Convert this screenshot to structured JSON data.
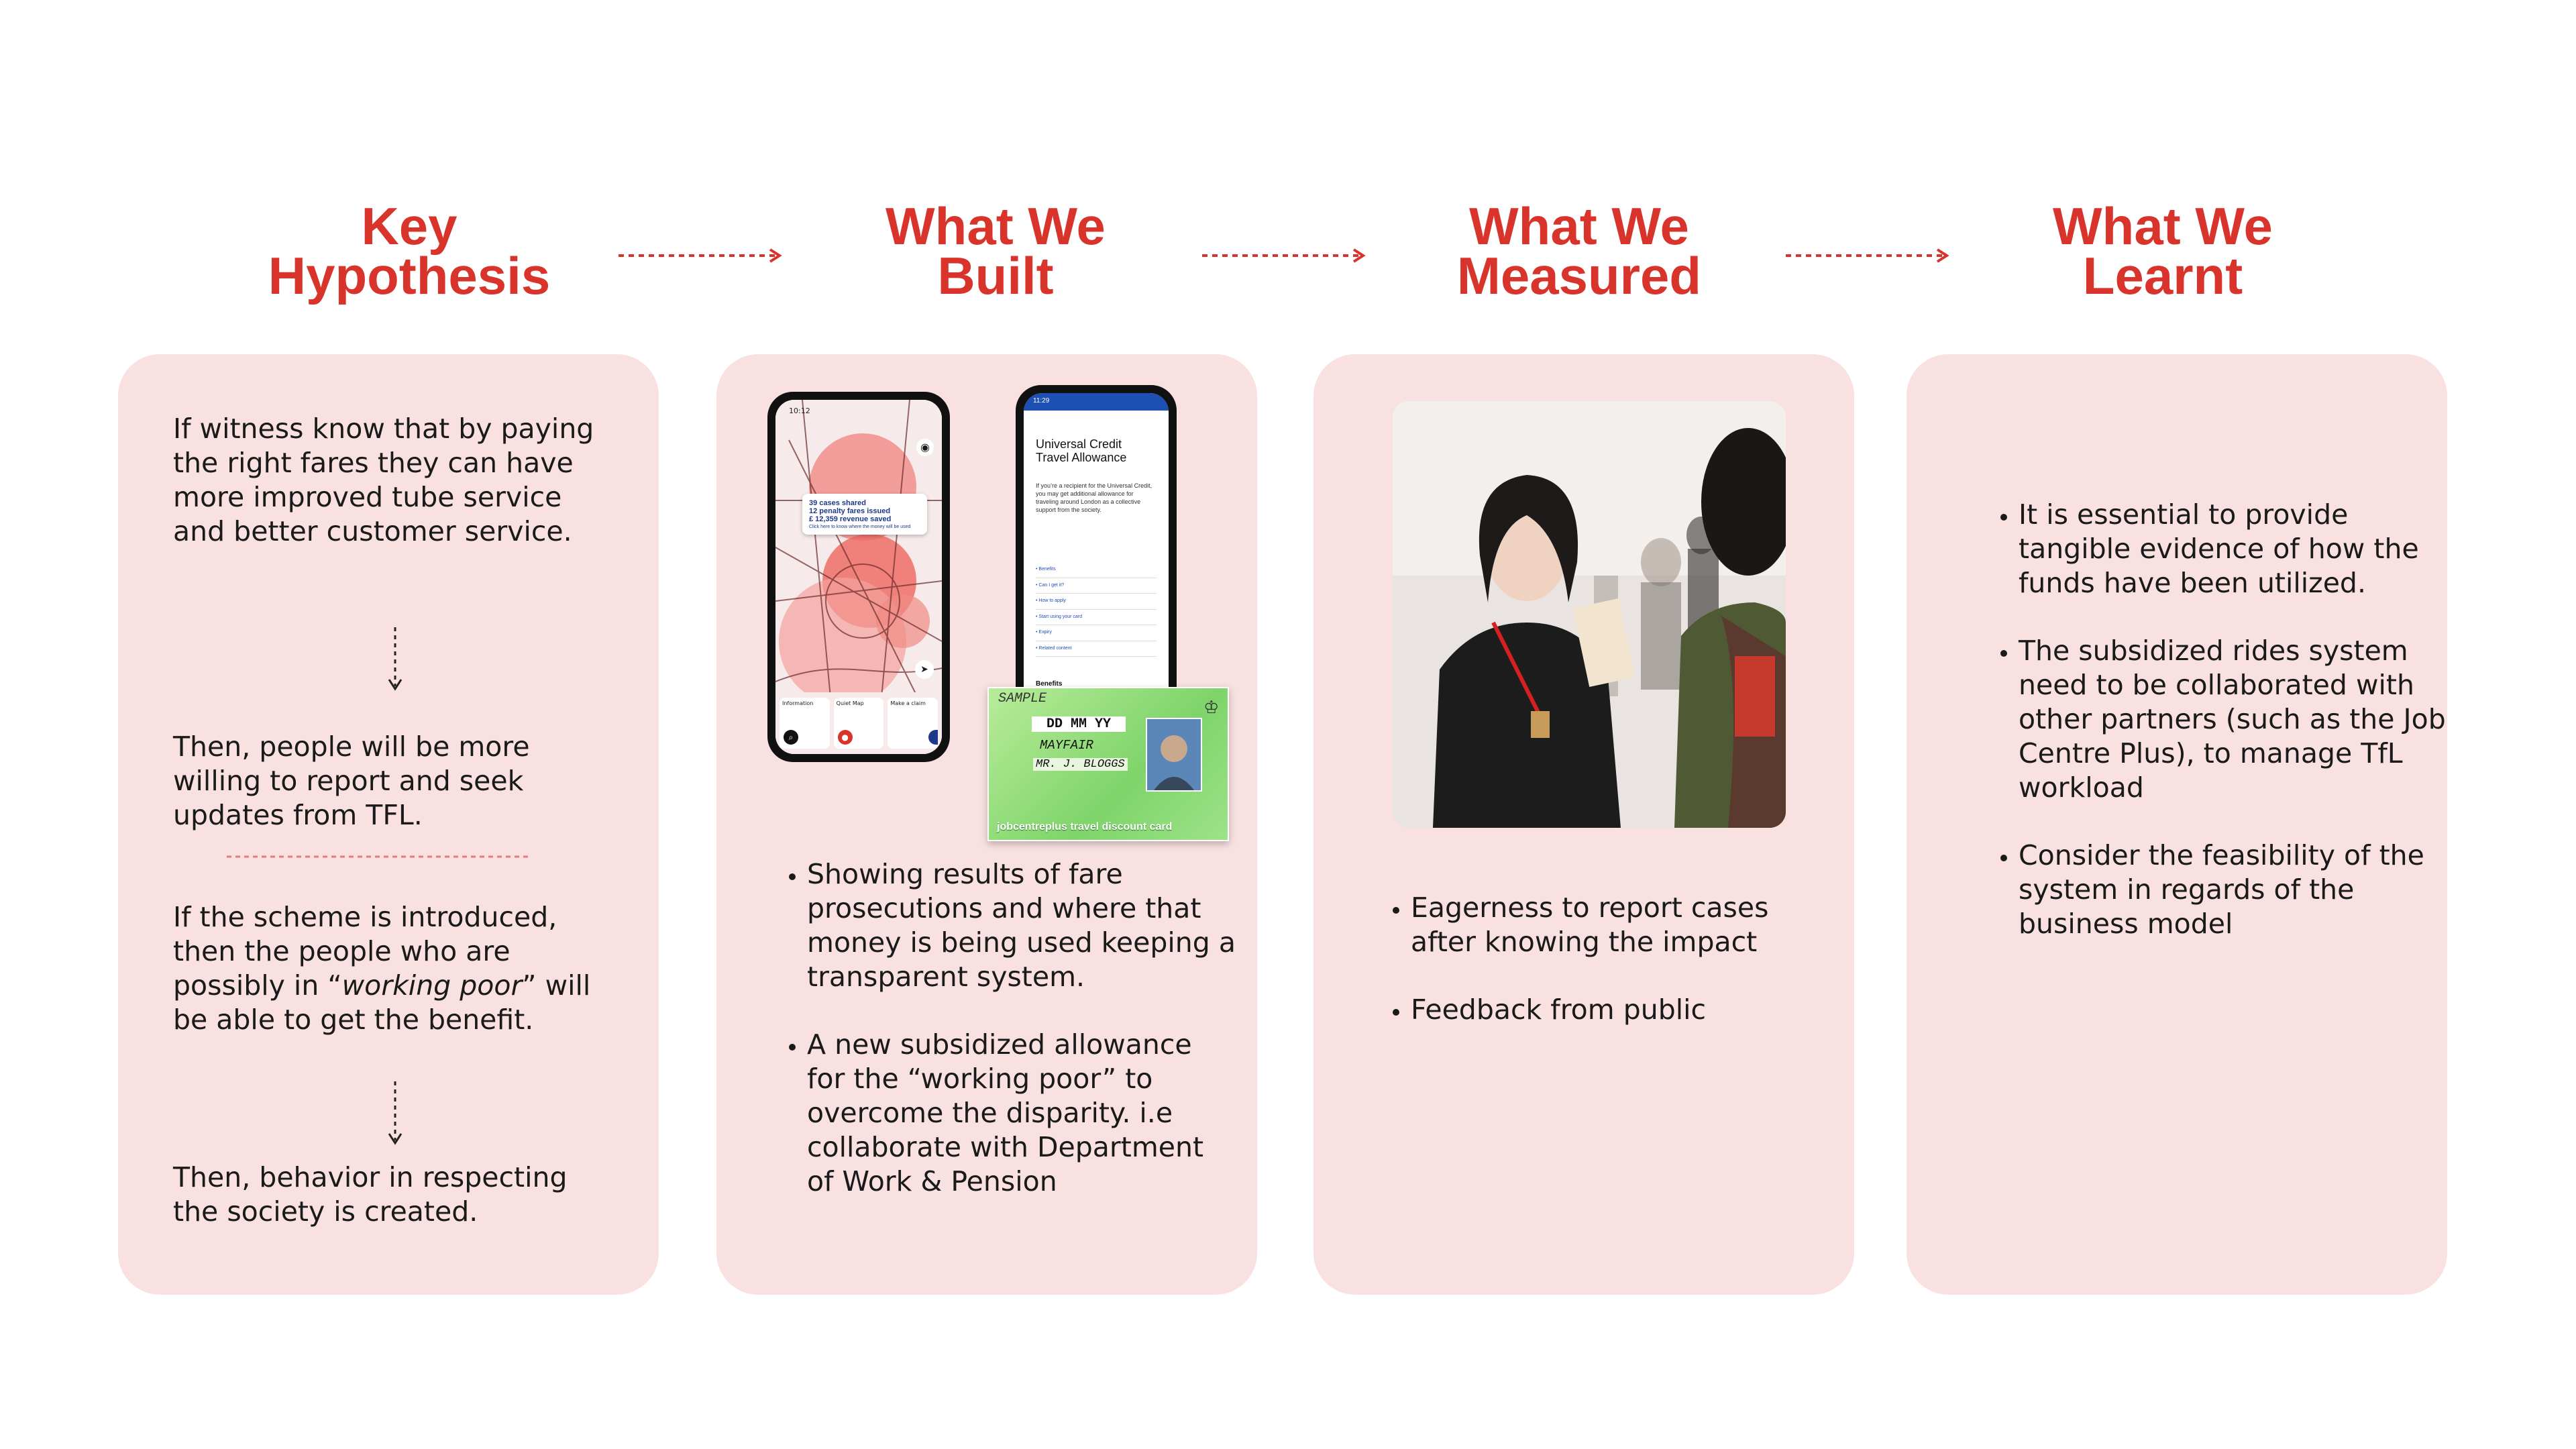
{
  "headers": [
    {
      "title": "Key\nHypothesis"
    },
    {
      "title": "What We\nBuilt"
    },
    {
      "title": "What We\nMeasured"
    },
    {
      "title": "What We\nLearnt"
    }
  ],
  "hypothesis": {
    "p1": "If witness know that by paying the right fares they can have more improved tube service and better customer service.",
    "p2": "Then, people will be more willing to report and seek updates from TFL.",
    "p3_before": "If the scheme is introduced, then the people who are possibly in “",
    "p3_emph": "working poor",
    "p3_after": "” will be able to get the benefit.",
    "p4": "Then, behavior in respecting the society is created."
  },
  "built": {
    "phone1": {
      "time": "10:12",
      "stat1": "39 cases shared",
      "stat2": "12 penalty fares issued",
      "stat3": "£ 12,359 revenue saved",
      "note": "Click here to know where the money will be used",
      "nav": [
        "Information",
        "Quiet Map",
        "Make a claim"
      ]
    },
    "phone2": {
      "time": "11:29",
      "title": "Universal Credit Travel Allowance",
      "body": "If you’re a recipient for the Universal Credit, you may get additional allowance for traveling around London as a collective support from the society.",
      "links": [
        "Benefits",
        "Can I get it?",
        "How to apply",
        "Start using your card",
        "Expiry",
        "Related content"
      ],
      "section": "Benefits"
    },
    "card": {
      "sample": "SAMPLE",
      "date": "DD MM YY",
      "area": "MAYFAIR",
      "name": "MR. J. BLOGGS",
      "brand": "jobcentreplus travel discount card"
    },
    "bullets": [
      "Showing results of fare prosecutions and where that money is being used keeping a transparent system.",
      "A new subsidized allowance for the “working poor” to overcome the disparity. i.e collaborate with Department of Work & Pension"
    ]
  },
  "measured": {
    "bullets": [
      "Eagerness to report cases after knowing the impact",
      "Feedback from public"
    ]
  },
  "learnt": {
    "bullets": [
      "It is essential to provide tangible evidence of how the funds have been utilized.",
      "The subsidized rides system need to be collaborated with other partners (such as the Job Centre Plus), to manage TfL workload",
      "Consider the feasibility of the system in regards of the business model"
    ]
  },
  "colors": {
    "accent": "#d9342b",
    "card_bg": "#f9e1e1",
    "text": "#1a1a1a"
  }
}
